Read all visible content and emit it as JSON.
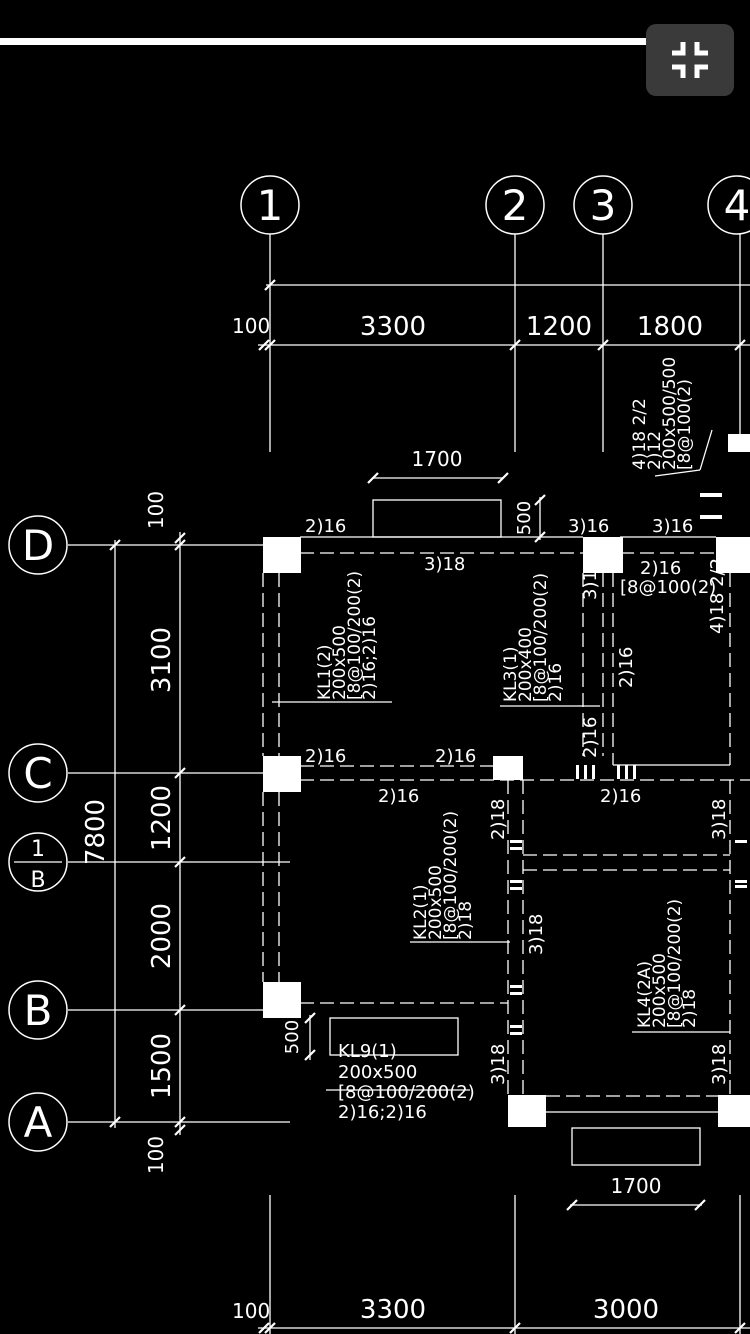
{
  "toolbar": {
    "exit_fullscreen_icon": "exit-fullscreen-icon"
  },
  "grid_axes": {
    "vertical": [
      "1",
      "2",
      "3",
      "4"
    ],
    "horizontal": [
      "D",
      "C",
      "B",
      "A"
    ],
    "sub_axis": {
      "num": "1",
      "den": "B"
    }
  },
  "dimensions": {
    "top": [
      "100",
      "3300",
      "1200",
      "1800"
    ],
    "bottom": [
      "100",
      "3300",
      "3000"
    ],
    "left_segments": [
      "100",
      "3100",
      "1200",
      "2000",
      "1500",
      "100"
    ],
    "left_total": "7800",
    "opening_top": "1700",
    "opening_bottom": "1700",
    "depth_top": "500",
    "depth_bottom": "500"
  },
  "beams": {
    "kl1": [
      "KL1(2)",
      "200x500",
      "[8@100/200(2)",
      "2)16;2)16"
    ],
    "kl2": [
      "KL2(1)",
      "200x500",
      "[8@100/200(2)",
      "2)18"
    ],
    "kl3": [
      "KL3(1)",
      "200x400",
      "[8@100/200(2)",
      "2)16"
    ],
    "kl4": [
      "KL4(2A)",
      "200x500",
      "[8@100/200(2)",
      "2)18"
    ],
    "kl9": [
      "KL9(1)",
      "200x500",
      "[8@100/200(2)",
      "2)16;2)16"
    ],
    "top_right": [
      "4)18 2/2",
      "2)12",
      "200x500/500",
      "[8@100(2)"
    ],
    "right_col": [
      "2)16",
      "[8@100(2)",
      "4)18 2/2"
    ]
  },
  "rebar": {
    "r216": "2)16",
    "r318": "3)18",
    "r316": "3)16",
    "r218": "2)18",
    "r216s": "2)16"
  }
}
